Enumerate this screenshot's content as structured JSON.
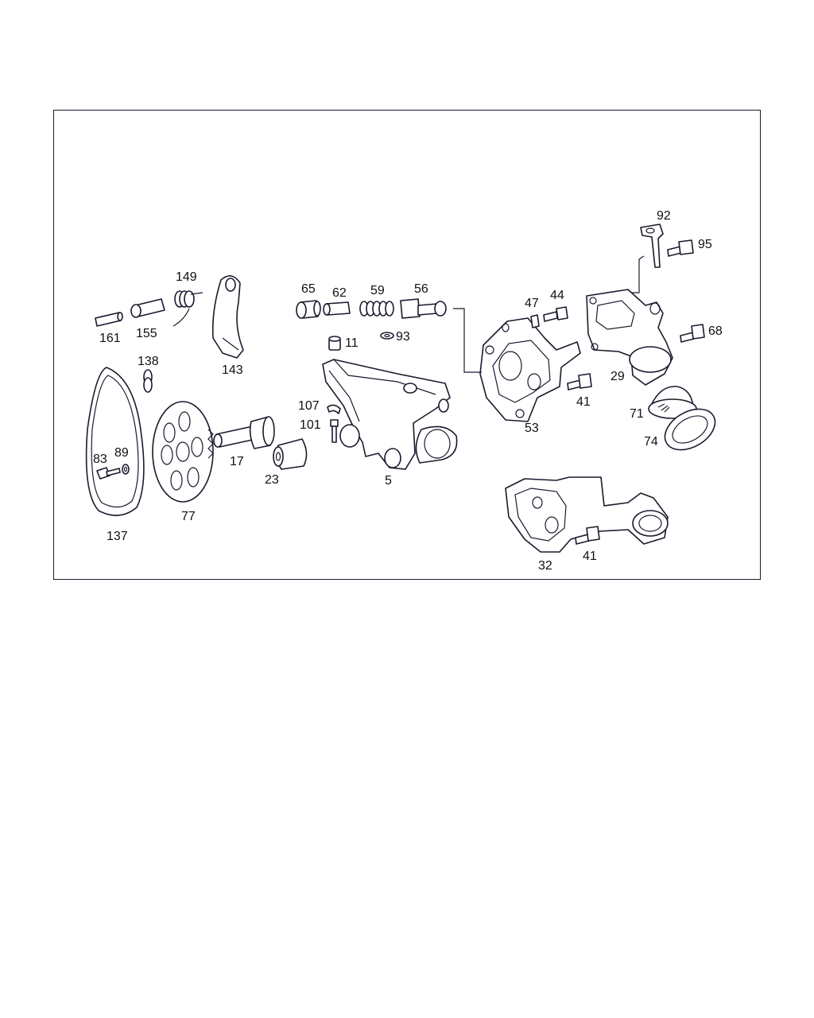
{
  "diagram": {
    "labels": {
      "p161": "161",
      "p155": "155",
      "p149": "149",
      "p143": "143",
      "p138": "138",
      "p137": "137",
      "p83": "83",
      "p89": "89",
      "p77": "77",
      "p17": "17",
      "p23": "23",
      "p107": "107",
      "p101": "101",
      "p11": "11",
      "p65": "65",
      "p62": "62",
      "p59": "59",
      "p56": "56",
      "p93": "93",
      "p5": "5",
      "p47": "47",
      "p44": "44",
      "p53": "53",
      "p41a": "41",
      "p92": "92",
      "p95": "95",
      "p68": "68",
      "p29": "29",
      "p71": "71",
      "p74": "74",
      "p32": "32",
      "p41b": "41"
    },
    "colors": {
      "line": "#1a1a2e",
      "background": "#ffffff"
    }
  }
}
